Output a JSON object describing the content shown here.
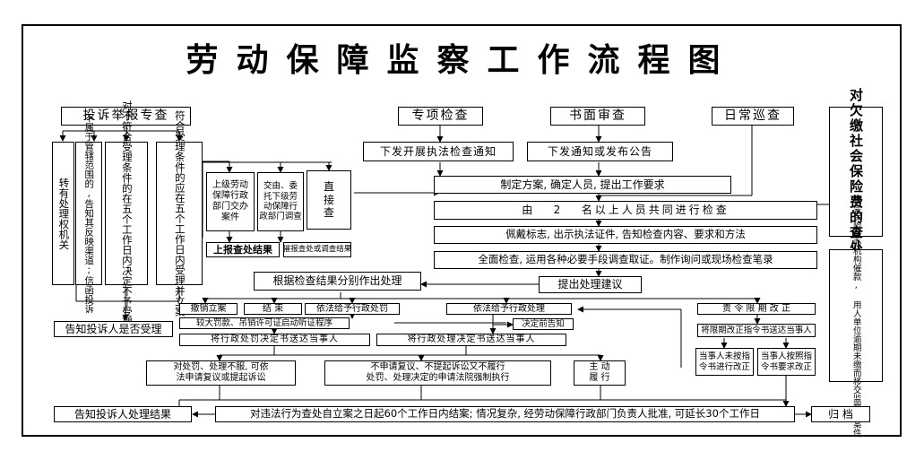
{
  "title": "劳动保障监察工作流程图",
  "sources": {
    "complaint": "投诉举报专查",
    "special": "专项检查",
    "written": "书面审查",
    "patrol": "日常巡查",
    "arrears": "对欠缴社会保险费的查处"
  },
  "complaint_branches": {
    "transfer": "转有处理权机关",
    "not_in_scope": "不属于管辖范围的,告知其反映渠道;信函投诉",
    "not_accept": "对不符合受理条件的在五个工作日内决定不予受理",
    "accept": "符合受理条件的应在五个工作日内受理并立案"
  },
  "accept_sub": {
    "superior": "上级劳动\n保障行政\n部门交办\n案件",
    "delegated": "交由、委\n托下级劳\n动保障行\n政部门调查",
    "direct": "直\n接\n查",
    "report_result": "上报查处结果",
    "urge_result": "催报查处或调查结果"
  },
  "steps": {
    "notice_special": "下发开展执法检查通知",
    "notice_written": "下发通知或发布公告",
    "plan": "制定方案, 确定人员, 提出工作要求",
    "two_people": "由   2   名以上人员共同进行检查",
    "wear_badge": "佩戴标志, 出示执法证件, 告知检查内容、要求和方法",
    "full_check": "全面检查, 运用各种必要手段调查取证。制作询问或现场检查笔录",
    "suggest": "提出处理建议",
    "process_by_result": "根据检查结果分别作出处理"
  },
  "outcomes": {
    "cancel": "撤销立案",
    "close": "结 束",
    "penalty": "依法给予行政处罚",
    "handling": "依法给予行政处理",
    "order_correct": "责 令 限 期 改 正",
    "hearing": "较大罚款、吊销许可证启动听证程序",
    "pre_notice": "决定前告知",
    "deliver_penalty": "将行政处罚决定书送达当事人",
    "deliver_handling": "将行政处理决定书送达当事人",
    "deliver_order": "将限期改正指令书送达当事人",
    "not_follow": "当事人未按指\n令书进行改正",
    "follow": "当事人按照指\n令书要求改正",
    "review": "对处罚、处理不服, 可依\n法申请复议或提起诉讼",
    "enforce": "不申请复议、不提起诉讼又不履行\n处罚、处理决定的申请法院强制执行",
    "voluntary": "主 动\n履 行",
    "transfer_unit": "社会保险经办机构催款, 用人单位逾期未缴而移交监察的案件"
  },
  "bottom": {
    "notify_accept": "告知投诉人是否受理",
    "notify_result": "告知投诉人处理结果",
    "time_limit": "对违法行为查处自立案之日起60个工作日内结案; 情况复杂, 经劳动保障行政部门负责人批准, 可延长30个工作日",
    "archive": "归 档"
  }
}
